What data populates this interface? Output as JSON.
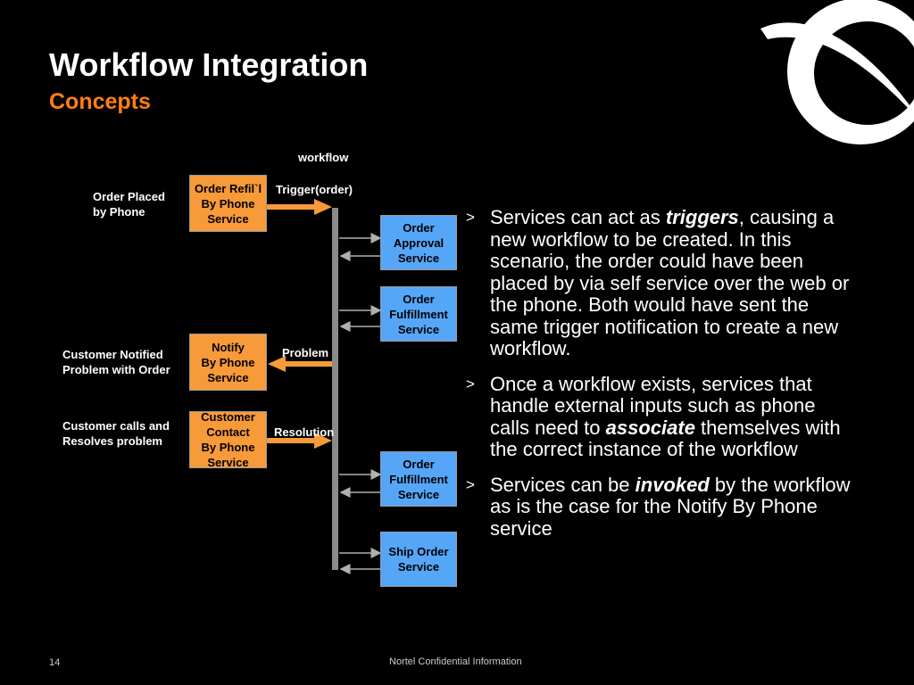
{
  "slide": {
    "title": "Workflow Integration",
    "subtitle": "Concepts"
  },
  "diagram": {
    "workflow_label": "workflow",
    "trigger_label": "Trigger(order)",
    "problem_label": "Problem",
    "resolution_label": "Resolution",
    "left_labels": {
      "order_placed": "Order Placed\nby Phone",
      "customer_notified": "Customer Notified\nProblem with Order",
      "customer_calls": "Customer calls and\nResolves problem"
    },
    "orange_boxes": {
      "order_refill": "Order Refil`l\nBy Phone\nService",
      "notify": "Notify\nBy Phone\nService",
      "customer_contact": "Customer\nContact\nBy Phone\nService"
    },
    "blue_boxes": {
      "order_approval": "Order\nApproval\nService",
      "order_fulfillment_1": "Order\nFulfillment\nService",
      "order_fulfillment_2": "Order\nFulfillment\nService",
      "ship_order": "Ship Order\nService"
    },
    "colors": {
      "orange": "#f79a39",
      "blue": "#56a6f8",
      "bar": "#8a8a8a"
    }
  },
  "bullets": [
    {
      "marker": ">",
      "before": "Services can act as ",
      "emphasis": "triggers",
      "after": ", causing a new workflow to be created. In this scenario, the order could have been placed by via self service over the web or the phone. Both would have sent the same trigger notification to create a new workflow."
    },
    {
      "marker": ">",
      "before": "Once a workflow exists, services that handle external inputs such as phone calls need to ",
      "emphasis": "associate",
      "after": " themselves with the correct instance of the workflow"
    },
    {
      "marker": ">",
      "before": "Services can be ",
      "emphasis": "invoked",
      "after": " by the workflow as is the case for the Notify By Phone service"
    }
  ],
  "footer": {
    "page_number": "14",
    "confidential": "Nortel Confidential Information"
  },
  "logo": {
    "icon": "nortel-globe-logo"
  }
}
